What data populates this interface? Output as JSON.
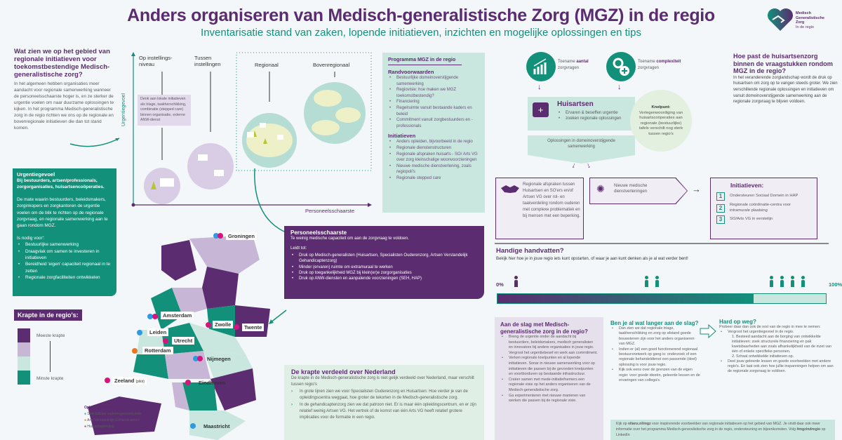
{
  "header": {
    "title": "Anders organiseren van Medisch-generalistische Zorg (MGZ) in de regio",
    "subtitle": "Inventarisatie stand van zaken, lopende initiatieven, inzichten en mogelijke oplossingen en tips",
    "logo_text": [
      "Medisch",
      "Generalistische",
      "Zorg",
      "In de regio"
    ]
  },
  "intro": {
    "title": "Wat zien we op het gebied van regionale initiatieven voor toekomstbestendige Medisch-generalistische zorg?",
    "body": "In het algemeen hebben organisaties meer aandacht voor regionale samenwerking wanneer de personeelsschaarste hoger is, en ze sterker de urgentie voelen om naar duurzame oplossingen te kijken. In het programma Medisch-generalistische zorg in de regio richten we ons op de regionale en bovenregionale initiatieven die dan tot stand komen."
  },
  "urgentie": {
    "title": "Urgentiegevoel",
    "subtitle": "Bij bestuurders, artsen/professionals, zorgorganisaties, huisartsencoöperaties.",
    "body": "De mate waarin bestuurders, beleidsmakers, zorginkopers en zorgkantoren de urgentie voelen om de blik te richten op de regionale zorgvraag, en regionale samenwerking aan te gaan rondom MGZ.",
    "needed_label": "Is nodig voor':",
    "items": [
      "Bestuurlijke samenwerking",
      "Draagvlak om samen te investeren in initiatieven",
      "Bereidheid 'eigen' capaciteit regionaal in te zetten",
      "Regionale zorgfaciliteiten ontwikkelen"
    ]
  },
  "diagram": {
    "y_axis": "Urgentiegevoel",
    "x_axis": "Personeelsschaarste",
    "levels": [
      "Op instellings-niveau",
      "Tussen instellingen",
      "Regionaal",
      "Bovenregionaal"
    ],
    "note": "Denk aan lokale initiatieven als triage, taakherschikking, combinatie (stepped care) binnen organisatie, externe ANW-dienst"
  },
  "programma": {
    "title": "Programma MGZ in de regio",
    "rand_title": "Randvoorwaarden",
    "rand": [
      "Bestuurlijke domeinoverstijgende samenwerking",
      "Regiovisie: hoe maken we MGZ toekomstbestendig?",
      "Financiering",
      "Regelruimte vanuit bestaande kaders en beleid",
      "Commitment vanuit zorgbestuurders en -professionals"
    ],
    "init_title": "Initiatieven",
    "init": [
      "Anders opleiden, bijvoorbeeld in de regio",
      "Regionale dienstenstructuren",
      "Regionale afspraken huisarts - SO/ Arts VG over zorg kleinschalige woonvoorzieningen",
      "Nieuwe medische dienstverlening, zoals regiopoli's",
      "Regionale stepped care"
    ]
  },
  "schaarste": {
    "title": "Personeelsschaarste",
    "subtitle": "Te weinig medische capaciteit om aan de zorgvraag te voldoen.",
    "leads_label": "Leidt tot:",
    "items": [
      "Druk op Medisch-generalisten (Huisartsen, Specialisten Ouderenzorg, Artsen Verstandelijk Gehandicaptenzorg)",
      "Minder (ervaren) ruimte om extramuraal te werken",
      "Druk op toegankelijkheid MGZ bij klein(er)e zorgorganisaties",
      "Druk op ANW-diensten en aanpalende voorzieningen (SEH, HAP)"
    ]
  },
  "map": {
    "legend_title": "Krapte in de regio's:",
    "most": "Meeste krapte",
    "least": "Minste krapte",
    "scale_colors": [
      "#5b2c6f",
      "#c7b6d5",
      "#c9e6df",
      "#12907a"
    ],
    "cities": [
      "Groningen",
      "Zwolle",
      "Twente",
      "Amsterdam",
      "Leiden",
      "Utrecht",
      "Rotterdam",
      "Nijmegen",
      "Zeeland",
      "Eindhoven",
      "Maastricht"
    ],
    "zeeland_suffix": "(pilot)",
    "centra_title": "Opleidingscentra",
    "centra": [
      {
        "label": "Specialisten ouderengeneeskunde",
        "color": "#2e9be0"
      },
      {
        "label": "Arts Verstandelijk Gehandicapten",
        "color": "#e87722"
      },
      {
        "label": "Huisartsopleiding",
        "color": "#d6147d"
      }
    ]
  },
  "verdeeld": {
    "title": "De krapte verdeeld over Nederland",
    "body": "De krapte in de Medisch-generalistische zorg is niet gelijk verdeeld over Nederland, maar verschilt tussen regio's",
    "items": [
      "In grote lijnen zien we voor Specialisten Ouderenzorg en Huisartsen: Hoe verder je van de opleidingscentra weggaat, hoe groter de tekorten in de Medisch-generalistische zorg.",
      "In de gehandicaptenzorg zien we dat patroon niet. Er is maar één opleidingscentrum, en er zijn relatief weinig Artsen VG. Het vertrek of de komst van één Arts VG heeft relatief grotere implicaties voor de formatie in een regio."
    ]
  },
  "huisarts": {
    "toename1_pre": "Toename ",
    "toename1_b": "aantal",
    "toename1_post": "zorgvragen",
    "toename2_pre": "Toename ",
    "toename2_b": "complexiteit",
    "toename2_post": "zorgvragen",
    "box_title": "Huisartsen",
    "box_items": [
      "Ervaren & beseffen urgentie",
      "zoeken regionale oplossingen"
    ],
    "oplossingen": "Oplossingen in domeinoverstijgende samenwerking",
    "knelpunt_title": "Knelpunt:",
    "knelpunt": "Vertegenwoordiging van huisartscoöperaties aan regionale (bestuurlijke) tafels verschilt nog sterk tussen regio's",
    "afspraken": "Regionale afspraken tussen Huisartsen en SO'ers en/of Artsen VG over rol- en taakverdeling rondom ouderen met complexe problematiek en bij mensen met een beperking.",
    "nieuwe": "Nieuwe medische dienstverleningen",
    "init_title": "Initiatieven:",
    "init": [
      "Ondersteuner Sociaal Domein in HAP",
      "Regionale coördinatie-centra voor intramurale plaatsing",
      "SO/Arts VG in eerstelijn"
    ]
  },
  "hoe_past": {
    "title": "Hoe past de huisartsenzorg binnen de vraagstukken rondom MGZ in de regio?",
    "body": "In het veranderende zorglandschap wordt de druk op huisartsen om zorg op te vangen steeds groter. We zien verschillende regionale oplossingen en initiatieven om vanuit domeinoverstijgende samenwerking aan de regionale zorgvraag te blijven voldoen."
  },
  "handvatten": {
    "title": "Handige handvatten?",
    "subtitle": "Bekijk hier hoe je in jouw regio iets kunt opstarten, of waar je aan kunt denken als je al wat verder bent!",
    "start": "0%",
    "end": "100%",
    "progress_pct": 78
  },
  "col1": {
    "title": "Aan de slag met Medisch-generalistische zorg in de regio?",
    "items": [
      "Breng de urgentie onder de aandacht bij bestuurders, beleidsmakers, medisch generalisten en innovators bij andere organisaties in jouw regio. Vergroot het urgentiebesef en werk aan commitment.",
      "Verken regionale knelpunten en al lopende initiatieven. Sonar in nieuwe samenwerking voor op initiatieven die passen bij de gevonden knelpunten en voortborduren op bestaande infrastructuur.",
      "Creëer samen met mede-initiatiefnemers een regionale visie op het anders organiseren van de Medisch-generalistische zorg.",
      "Ga experimenteren met nieuwe manieren van werken die passen bij de regionale visie."
    ]
  },
  "col2": {
    "title": "Ben je al wat langer aan de slag?",
    "items": [
      "Dan zien we dat regionale triage, taakherschikking en zorg op afstand goede bouwstenen zijn voor het anders organiseren van MGZ.",
      "Indien er (al) een goed functionerend regionaal bestuursnetwerk op gang is: onderzoek of een regionale behandeldienst een passende (deel) oplossing is voor jouw regio.",
      "Kijk ook eens over de grenzen van de eigen regio: voor goede ideeën, geleerde lessen en de ervaringen van collega's."
    ]
  },
  "col3": {
    "title": "Hard op weg?",
    "intro": "Probeer daar dan ook de rest van de regio in mee te nemen:",
    "item1": "Vergroot het urgentiegevoel in de regio.",
    "sub": [
      "1. Besteed aandacht aan de borging van ontwikkelde initiatieven: zoek structurele financiering en pak kwetsbaarheden aan zoals afhankelijkheid van de inzet van één of enkele specifieke personen.",
      "2. Schaal ontwikkelde initiatieven op."
    ],
    "item2": "Deel jouw geleerde lessen en goede voorbeelden met andere regio's. En laat ook zien hoe jullie inspanningen helpen om aan de regionale zorgvraag te voldoen."
  },
  "footer": {
    "pre": "Kijk op ",
    "link": "vilans.nl/mgz",
    "mid": " voor inspirerende voorbeelden van regionale initiatieven op het gebied van MGZ. Je vindt daar ook meer informatie over het programma Medisch-generalistische zorg in de regio, ondersteuning en bijeenkomsten. Volg ",
    "tag": "#mgzindregio",
    "post": " op LinkedIn"
  },
  "colors": {
    "purple": "#5b2c6f",
    "teal": "#12907a",
    "light_teal": "#c9e6df",
    "light_purple": "#c7b6d5"
  }
}
